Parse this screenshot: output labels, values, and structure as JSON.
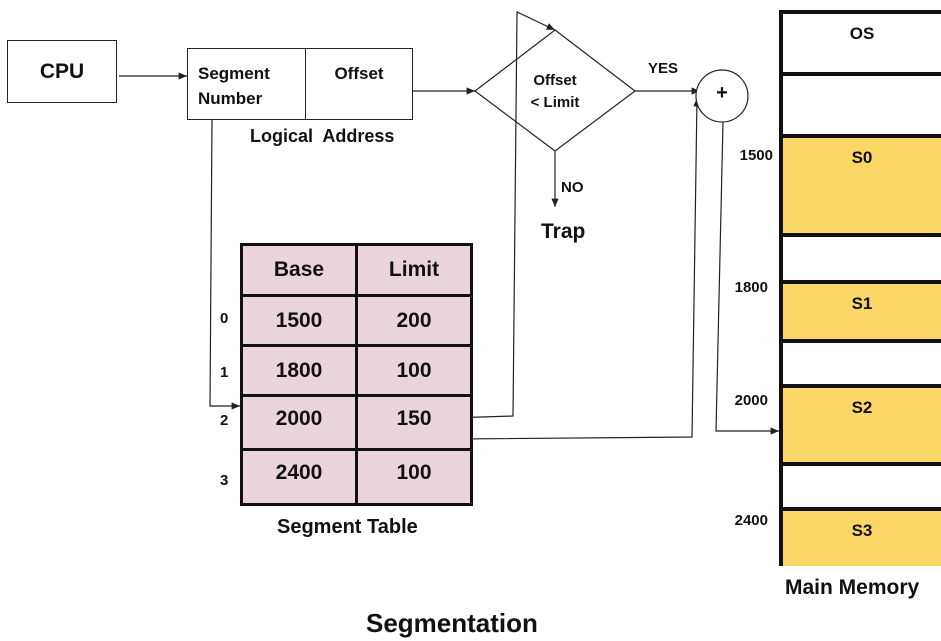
{
  "title": "Segmentation",
  "cpu": {
    "label": "CPU"
  },
  "logical_address": {
    "caption": "Logical  Address",
    "segment_number_label": "Segment\nNumber",
    "segment_number_line1": "Segment",
    "segment_number_line2": "Number",
    "offset_label": "Offset"
  },
  "decision": {
    "line1": "Offset",
    "line2": "< Limit",
    "yes_label": "YES",
    "no_label": "NO",
    "trap_label": "Trap"
  },
  "adder": {
    "symbol": "+"
  },
  "segment_table": {
    "caption": "Segment Table",
    "headers": [
      "Base",
      "Limit"
    ],
    "rows": [
      {
        "index": "0",
        "base": "1500",
        "limit": "200"
      },
      {
        "index": "1",
        "base": "1800",
        "limit": "100"
      },
      {
        "index": "2",
        "base": "2000",
        "limit": "150"
      },
      {
        "index": "3",
        "base": "2400",
        "limit": "100"
      }
    ]
  },
  "main_memory": {
    "caption": "Main Memory",
    "blocks": [
      {
        "label": "OS",
        "kind": "os"
      },
      {
        "label": "",
        "kind": "free"
      },
      {
        "label": "S0",
        "kind": "segment",
        "address": "1500"
      },
      {
        "label": "",
        "kind": "free"
      },
      {
        "label": "S1",
        "kind": "segment",
        "address": "1800"
      },
      {
        "label": "",
        "kind": "free"
      },
      {
        "label": "S2",
        "kind": "segment",
        "address": "2000"
      },
      {
        "label": "",
        "kind": "free"
      },
      {
        "label": "S3",
        "kind": "segment",
        "address": "2400"
      }
    ]
  },
  "colors": {
    "segment_fill": "#fcd767",
    "table_fill": "#e9d3dc",
    "line": "#222222"
  }
}
